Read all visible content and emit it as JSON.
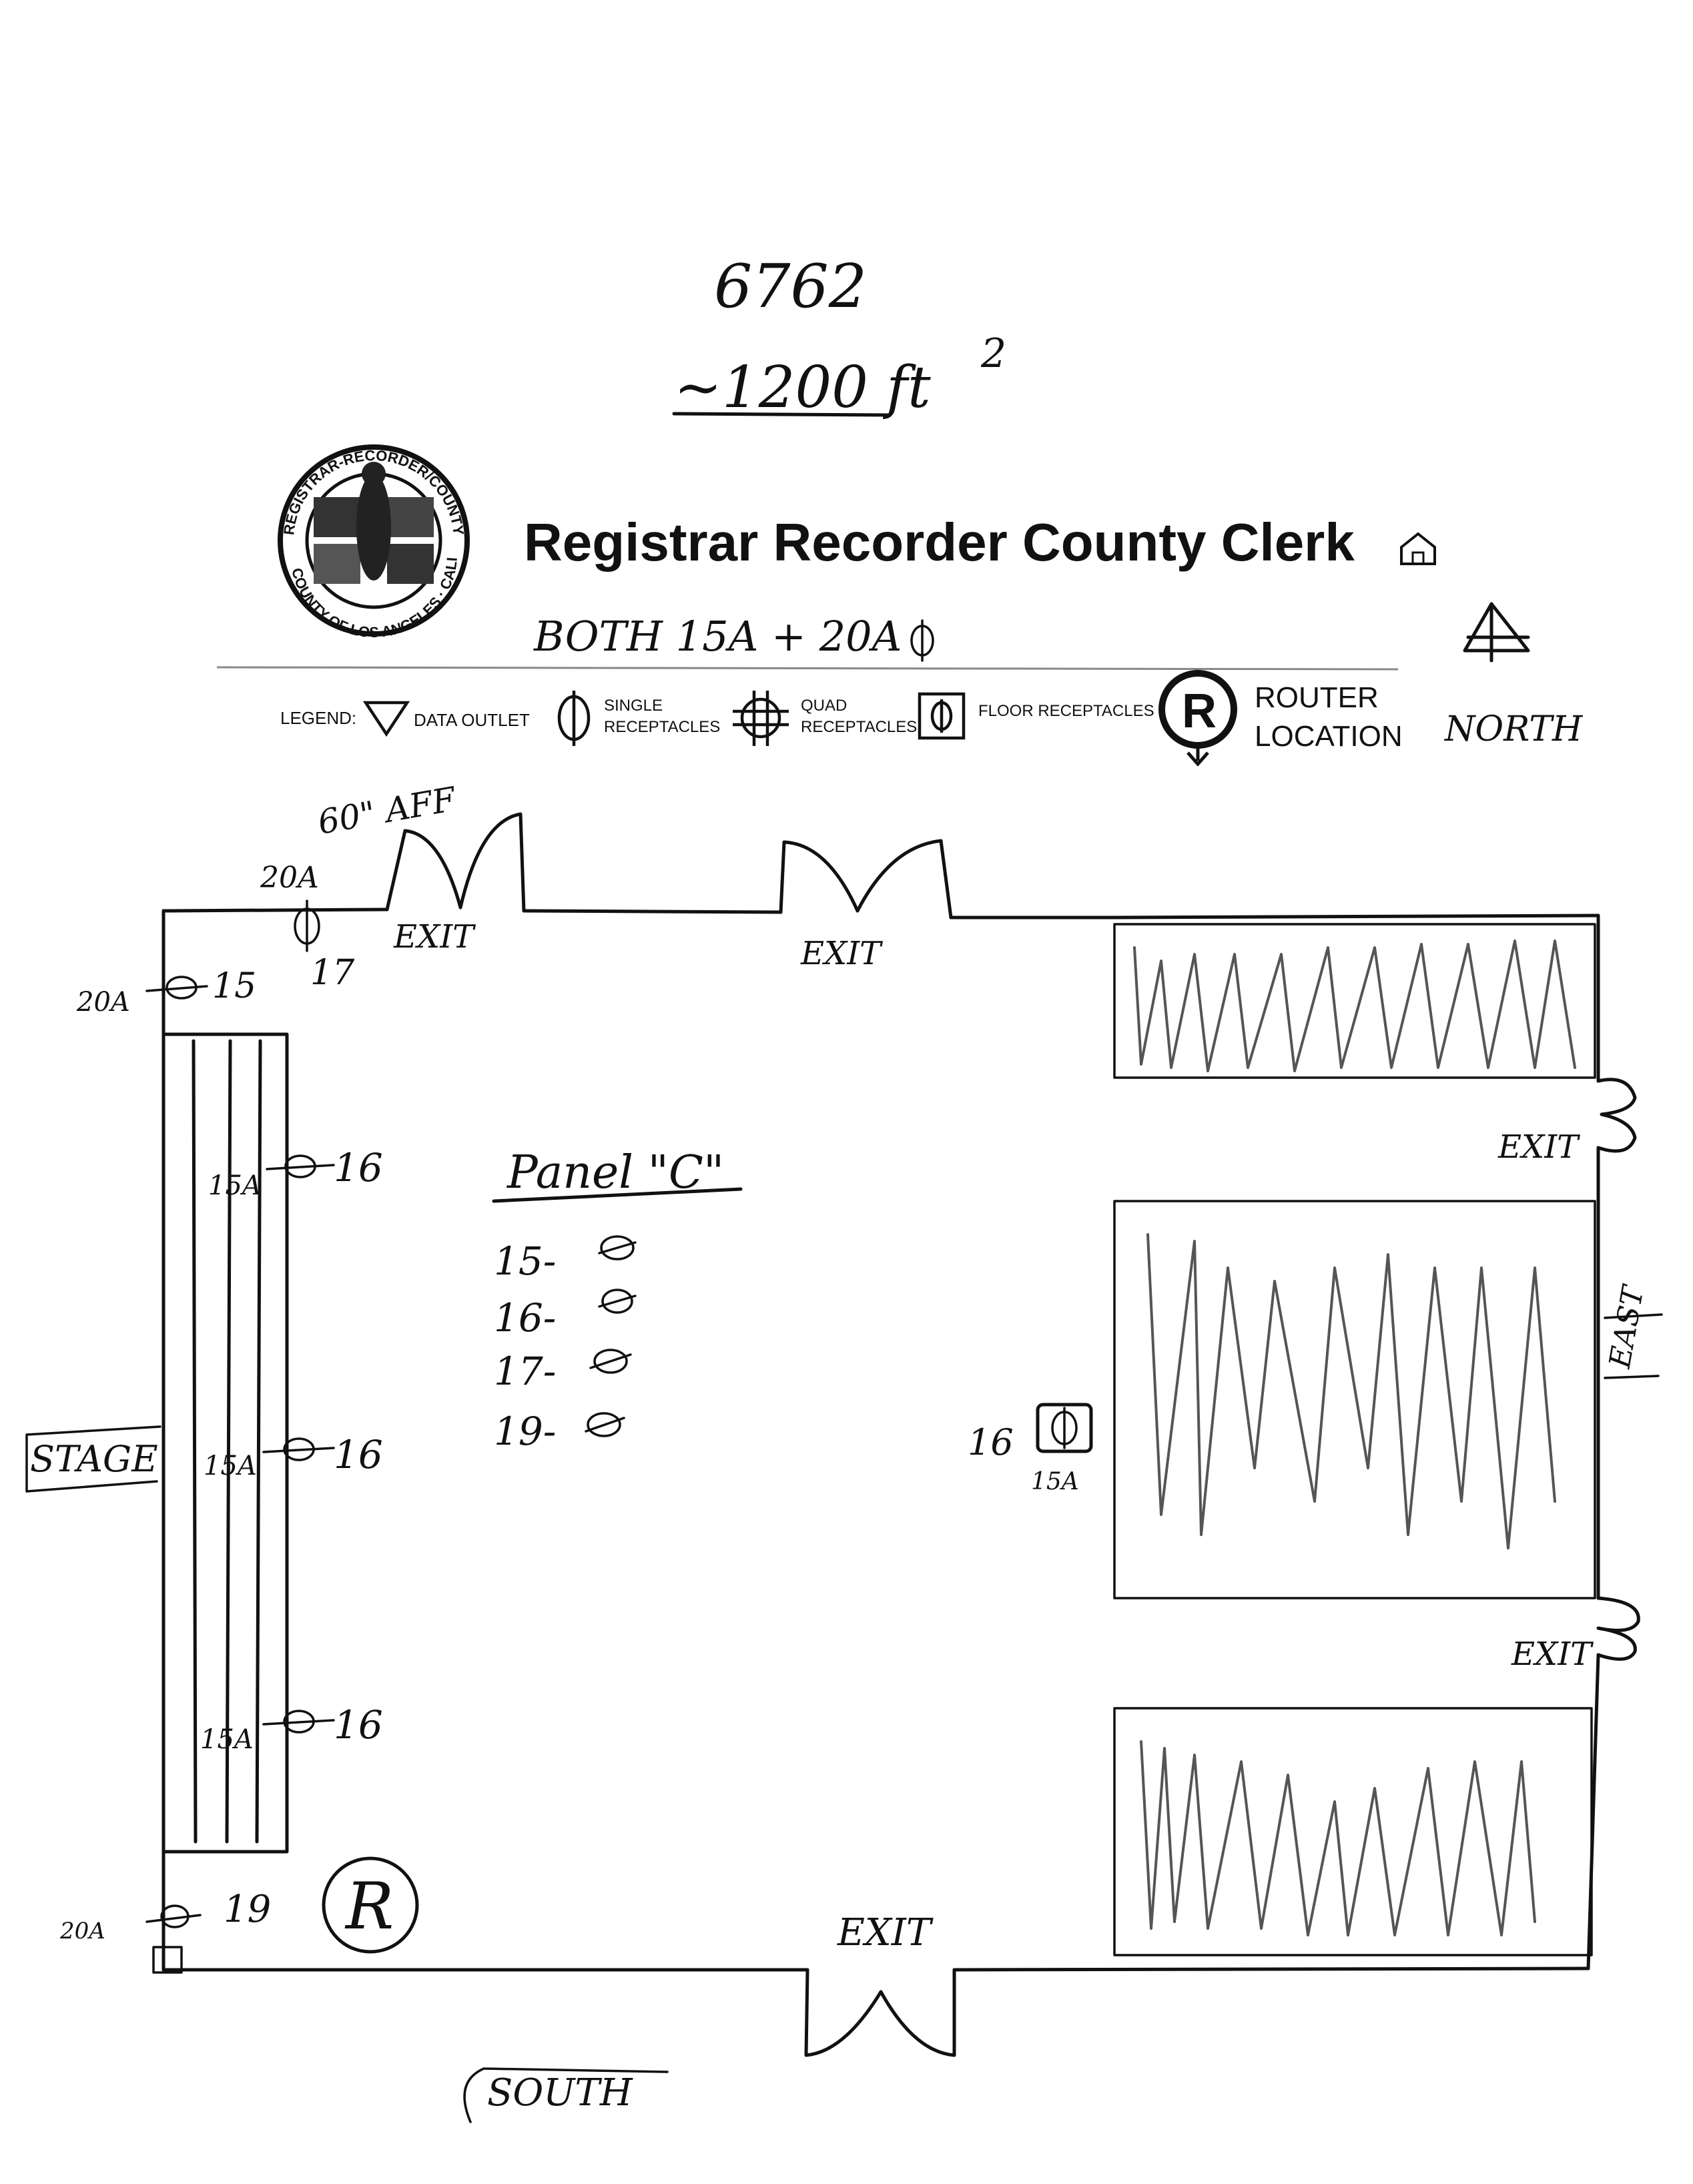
{
  "handwritten": {
    "ref_number": "6762",
    "area": "~1200 ft",
    "area_exp": "2",
    "both": "BOTH 15A + 20A",
    "north": "NORTH",
    "south": "SOUTH",
    "east": "EAST",
    "stage": "STAGE",
    "aff": "60\" AFF",
    "twenty_a_top": "20A",
    "panel_title": "Panel \"C\"",
    "panel_rows": [
      "15-",
      "16-",
      "17-",
      "19-"
    ],
    "circuit_15": "15",
    "circuit_17": "17",
    "twenty_a_left": "20A",
    "fifteen_a": "15A",
    "circuit_16": "16",
    "twenty_a_bottom": "20A",
    "circuit_19": "19",
    "router_mark": "R",
    "floor_circuit": "16",
    "floor_amp": "15A"
  },
  "header": {
    "title": "Registrar Recorder County Clerk",
    "seal_top": "REGISTRAR-RECORDER/COUNTY CLERK",
    "seal_bottom": "COUNTY OF LOS ANGELES · CALIFORNIA"
  },
  "legend": {
    "label": "LEGEND:",
    "data_outlet": "DATA OUTLET",
    "single_1": "SINGLE",
    "single_2": "RECEPTACLES",
    "quad_1": "QUAD",
    "quad_2": "RECEPTACLES",
    "floor": "FLOOR RECEPTACLES",
    "router_letter": "R",
    "router_1": "ROUTER",
    "router_2": "LOCATION"
  },
  "exits": {
    "north_left": "EXIT",
    "north_mid": "EXIT",
    "east_upper": "EXIT",
    "east_lower": "EXIT",
    "south": "EXIT"
  },
  "icons": [
    "home-icon",
    "north-arrow-icon",
    "county-seal-icon",
    "router-icon",
    "single-receptacle-icon",
    "quad-receptacle-icon",
    "floor-receptacle-icon",
    "data-outlet-icon"
  ]
}
